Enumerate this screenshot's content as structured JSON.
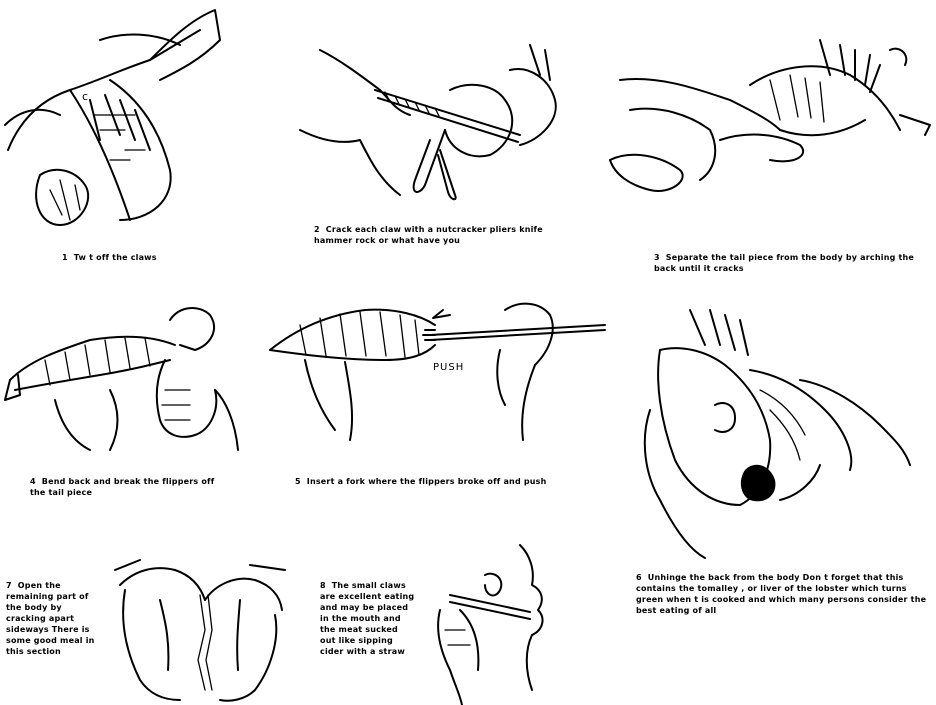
{
  "steps": [
    {
      "number": "1",
      "text": "Tw  t off the claws"
    },
    {
      "number": "2",
      "text": "Crack each claw with a nutcracker pliers  knife  hammer rock or what have you"
    },
    {
      "number": "3",
      "text": "Separate the tail piece from the body by arching the back until it cracks"
    },
    {
      "number": "4",
      "text": "Bend back and break the flippers off the tail piece"
    },
    {
      "number": "5",
      "text": "Insert a fork where the flippers broke off and push"
    },
    {
      "number": "6",
      "text": "Unhinge the back from the body  Don t forget that this contains the  tomalley , or liver of the lobster which turns green when  t is cooked and which many persons consider the best eating of all"
    },
    {
      "number": "7",
      "text": "Open the remaining part of the body by cracking apart sideways There is some good meal in this section"
    },
    {
      "number": "8",
      "text": "The small claws are excellent eating and may be placed in the mouth and the meat sucked out like sipping cider with a straw"
    }
  ],
  "labels": {
    "push": "PUSH"
  }
}
